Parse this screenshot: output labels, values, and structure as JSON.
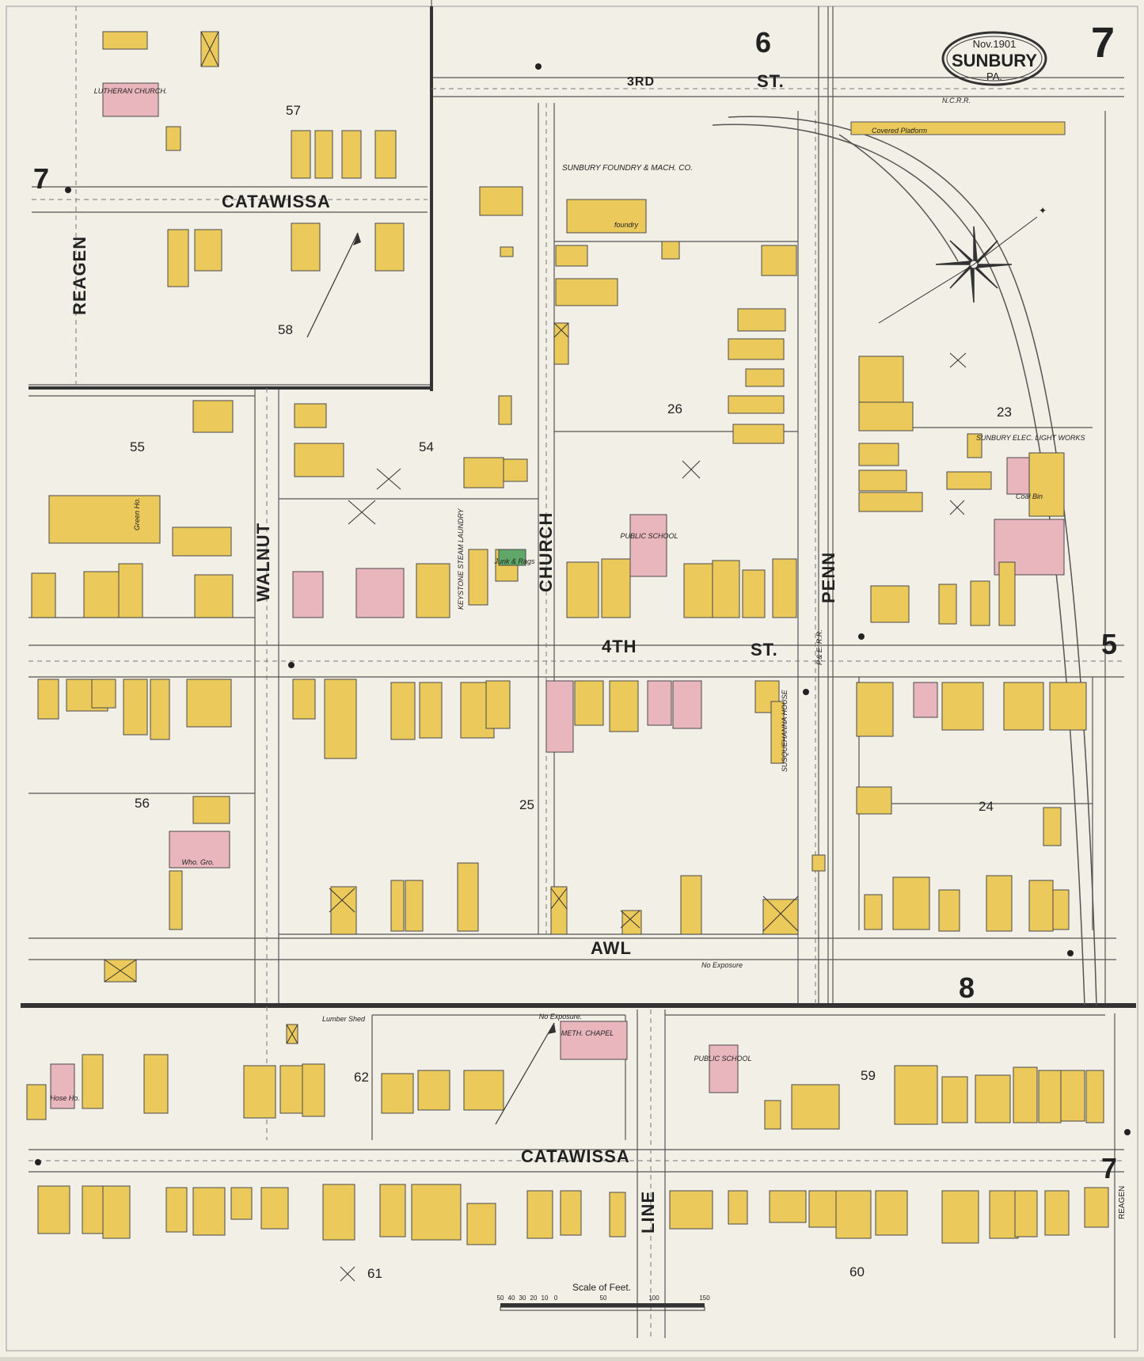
{
  "map": {
    "city": "SUNBURY",
    "state": "PA.",
    "date": "Nov.1901",
    "sheet_number": "7",
    "adjoining_sheets": {
      "north": "6",
      "west": "7",
      "east": "5",
      "south": "8",
      "southeast": "7"
    },
    "streets": {
      "third": "3RD",
      "third_st": "ST.",
      "fourth": "4TH",
      "fourth_st": "ST.",
      "catawissa_upper": "CATAWISSA",
      "catawissa_lower": "CATAWISSA",
      "reagen": "REAGEN",
      "walnut": "WALNUT",
      "church": "CHURCH",
      "penn": "PENN",
      "awl": "AWL",
      "line": "LINE",
      "reagen_small": "REAGEN"
    },
    "blocks": [
      "57",
      "58",
      "55",
      "54",
      "26",
      "23",
      "56",
      "25",
      "24",
      "62",
      "59",
      "61",
      "60"
    ],
    "labels": {
      "lutheran": "LUTHERAN CHURCH.",
      "foundry_title": "SUNBURY FOUNDRY & MACH. CO.",
      "foundry": "foundry",
      "public_school": "PUBLIC SCHOOL",
      "public_school_2": "PUBLIC SCHOOL",
      "steam_laundry": "KEYSTONE STEAM LAUNDRY",
      "junk": "Junk & Rags",
      "elec_light": "SUNBURY ELEC. LIGHT WORKS",
      "coal_bin": "Coal Bin",
      "covered_platform": "Covered Platform",
      "susquehanna": "SUSQUEHANNA HOUSE",
      "meth_chapel": "METH. CHAPEL",
      "who_gro": "Who. Gro.",
      "hose": "Hose Ho.",
      "green_ho": "Green Ho.",
      "lumber_shed": "Lumber Shed",
      "no_exposure": "No Exposure",
      "no_exposure_2": "No Exposure.",
      "ncrr": "N.C.R.R.",
      "pa_rr": "P.& E. R.R."
    },
    "scale": {
      "title": "Scale of Feet.",
      "ticks": [
        "50",
        "40",
        "30",
        "20",
        "10",
        "0",
        "50",
        "100",
        "150"
      ]
    },
    "colors": {
      "paper": "#f1efe6",
      "frame": "#ecc95b",
      "brick": "#eab6bd",
      "special": "#5fa86a",
      "ink": "#333333"
    }
  }
}
